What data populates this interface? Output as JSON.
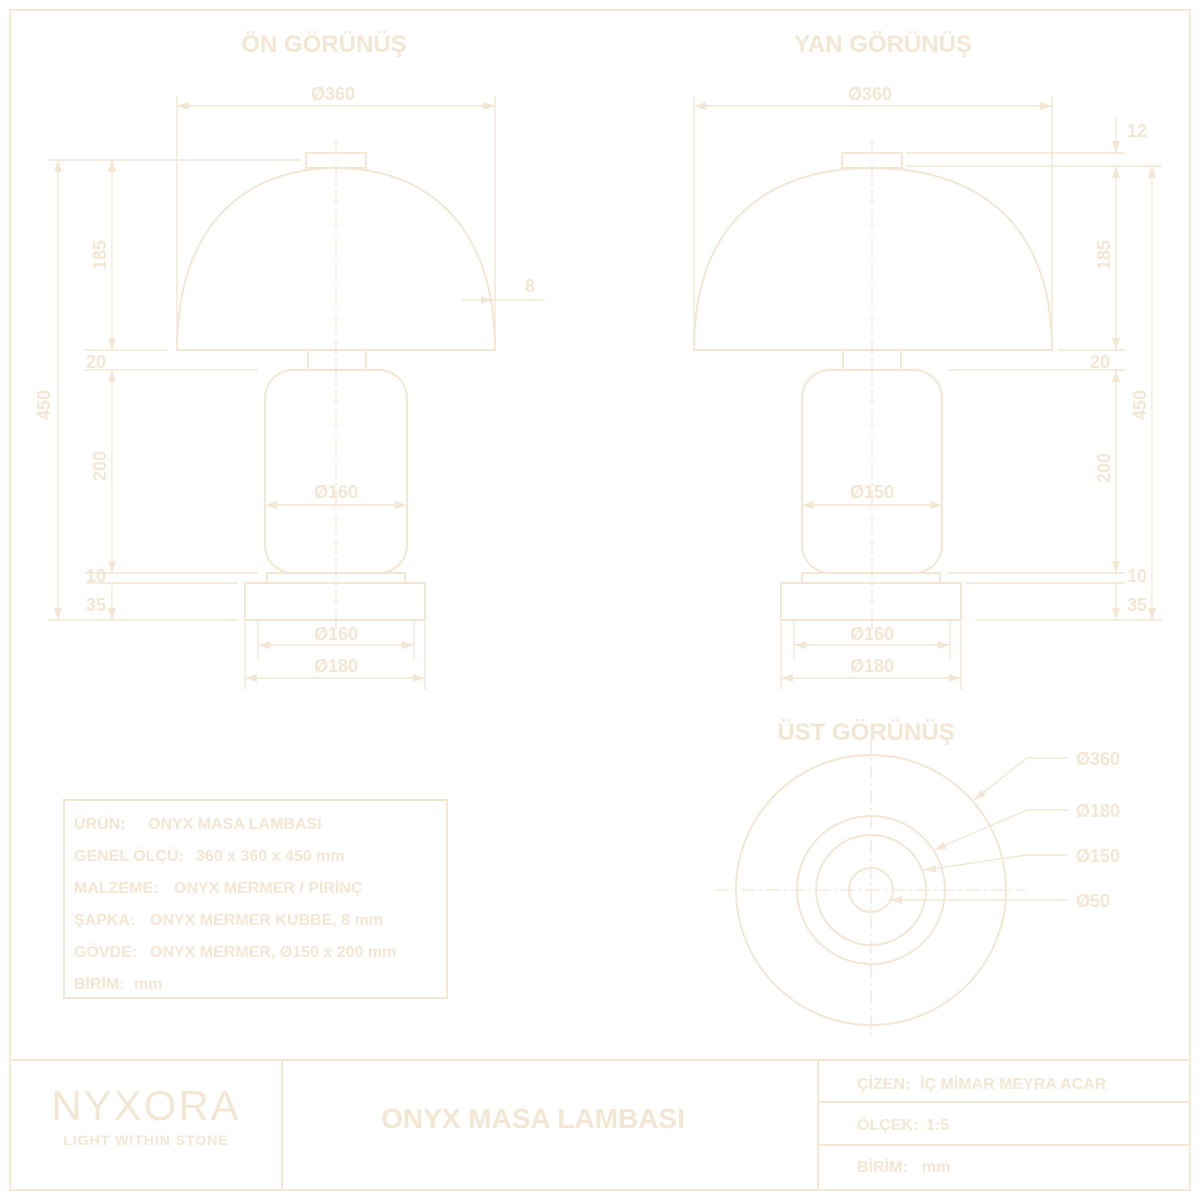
{
  "colors": {
    "ink": "#f3e6d2",
    "background": "#ffffff"
  },
  "views": {
    "front": {
      "title": "ÖN GÖRÜNÜŞ",
      "dims": {
        "top_width": "Ø360",
        "shade_height": "185",
        "shade_thickness": "8",
        "total_height": "450",
        "neck": "20",
        "body_height": "200",
        "body_diameter": "Ø160",
        "plinth": "10",
        "base_height": "35",
        "plinth_diameter": "Ø160",
        "base_diameter": "Ø180"
      }
    },
    "side": {
      "title": "YAN GÖRÜNÜŞ",
      "dims": {
        "top_width": "Ø360",
        "cap_height": "12",
        "shade_height": "185",
        "neck": "20",
        "total_height": "450",
        "body_height": "200",
        "body_diameter": "Ø150",
        "plinth": "10",
        "base_height": "35",
        "plinth_diameter": "Ø160",
        "base_diameter": "Ø180"
      }
    },
    "top": {
      "title": "ÜST GÖRÜNÜŞ",
      "labels": [
        "Ø360",
        "Ø180",
        "Ø150",
        "Ø50"
      ]
    }
  },
  "spec": [
    {
      "key": "ÜRÜN:",
      "value": "ONYX MASA LAMBASI"
    },
    {
      "key": "GENEL ÖLÇÜ:",
      "value": "360 x 360 x 450 mm"
    },
    {
      "key": "MALZEME:",
      "value": "ONYX MERMER / PİRİNÇ"
    },
    {
      "key": "ŞAPKA:",
      "value": "ONYX MERMER KUBBE, 8 mm"
    },
    {
      "key": "GÖVDE:",
      "value": "ONYX MERMER, Ø150 x 200 mm"
    },
    {
      "key": "BİRİM:",
      "value": "mm"
    }
  ],
  "titleblock": {
    "brand": "NYXORA",
    "tagline": "LIGHT WITHIN STONE",
    "product": "ONYX MASA LAMBASI",
    "rows": [
      {
        "key": "ÇİZEN:",
        "value": "İÇ MİMAR MEYRA ACAR"
      },
      {
        "key": "ÖLÇEK:",
        "value": "1:5"
      },
      {
        "key": "BİRİM:",
        "value": "mm"
      }
    ]
  }
}
